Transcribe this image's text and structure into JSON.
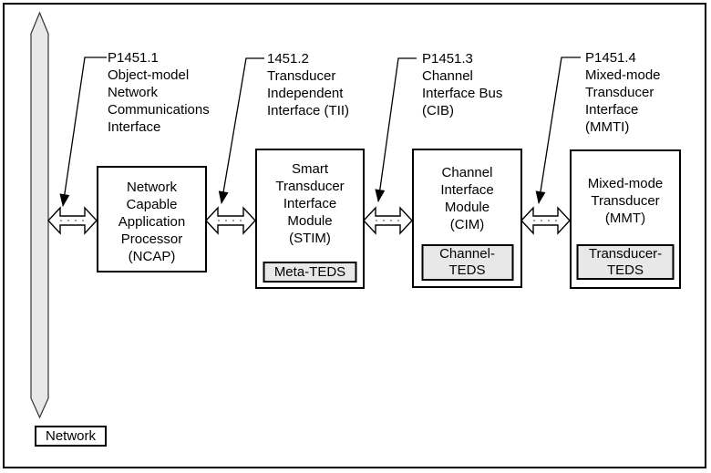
{
  "colors": {
    "background": "#ffffff",
    "frame_border": "#000000",
    "bus_bar_fill": "#e8e8e8",
    "teds_fill": "#e8e8e8",
    "line": "#000000"
  },
  "callouts": [
    {
      "lines": [
        "P1451.1",
        "Object-model",
        "Network",
        "Communications",
        "Interface"
      ]
    },
    {
      "lines": [
        "1451.2",
        "Transducer",
        "Independent",
        "Interface (TII)"
      ]
    },
    {
      "lines": [
        "P1451.3",
        "Channel",
        "Interface Bus",
        "(CIB)"
      ]
    },
    {
      "lines": [
        "P1451.4",
        "Mixed-mode",
        "Transducer",
        "Interface",
        "(MMTI)"
      ]
    }
  ],
  "modules": [
    {
      "lines": [
        "Network",
        "Capable",
        "Application",
        "Processor",
        "(NCAP)"
      ]
    },
    {
      "lines": [
        "Smart",
        "Transducer",
        "Interface",
        "Module",
        "(STIM)"
      ],
      "teds": [
        "Meta-TEDS"
      ]
    },
    {
      "lines": [
        "Channel",
        "Interface",
        "Module",
        "(CIM)"
      ],
      "teds": [
        "Channel-",
        "TEDS"
      ]
    },
    {
      "lines": [
        "Mixed-mode",
        "Transducer",
        "(MMT)"
      ],
      "teds": [
        "Transducer-",
        "TEDS"
      ]
    }
  ],
  "network": {
    "label": "Network"
  }
}
